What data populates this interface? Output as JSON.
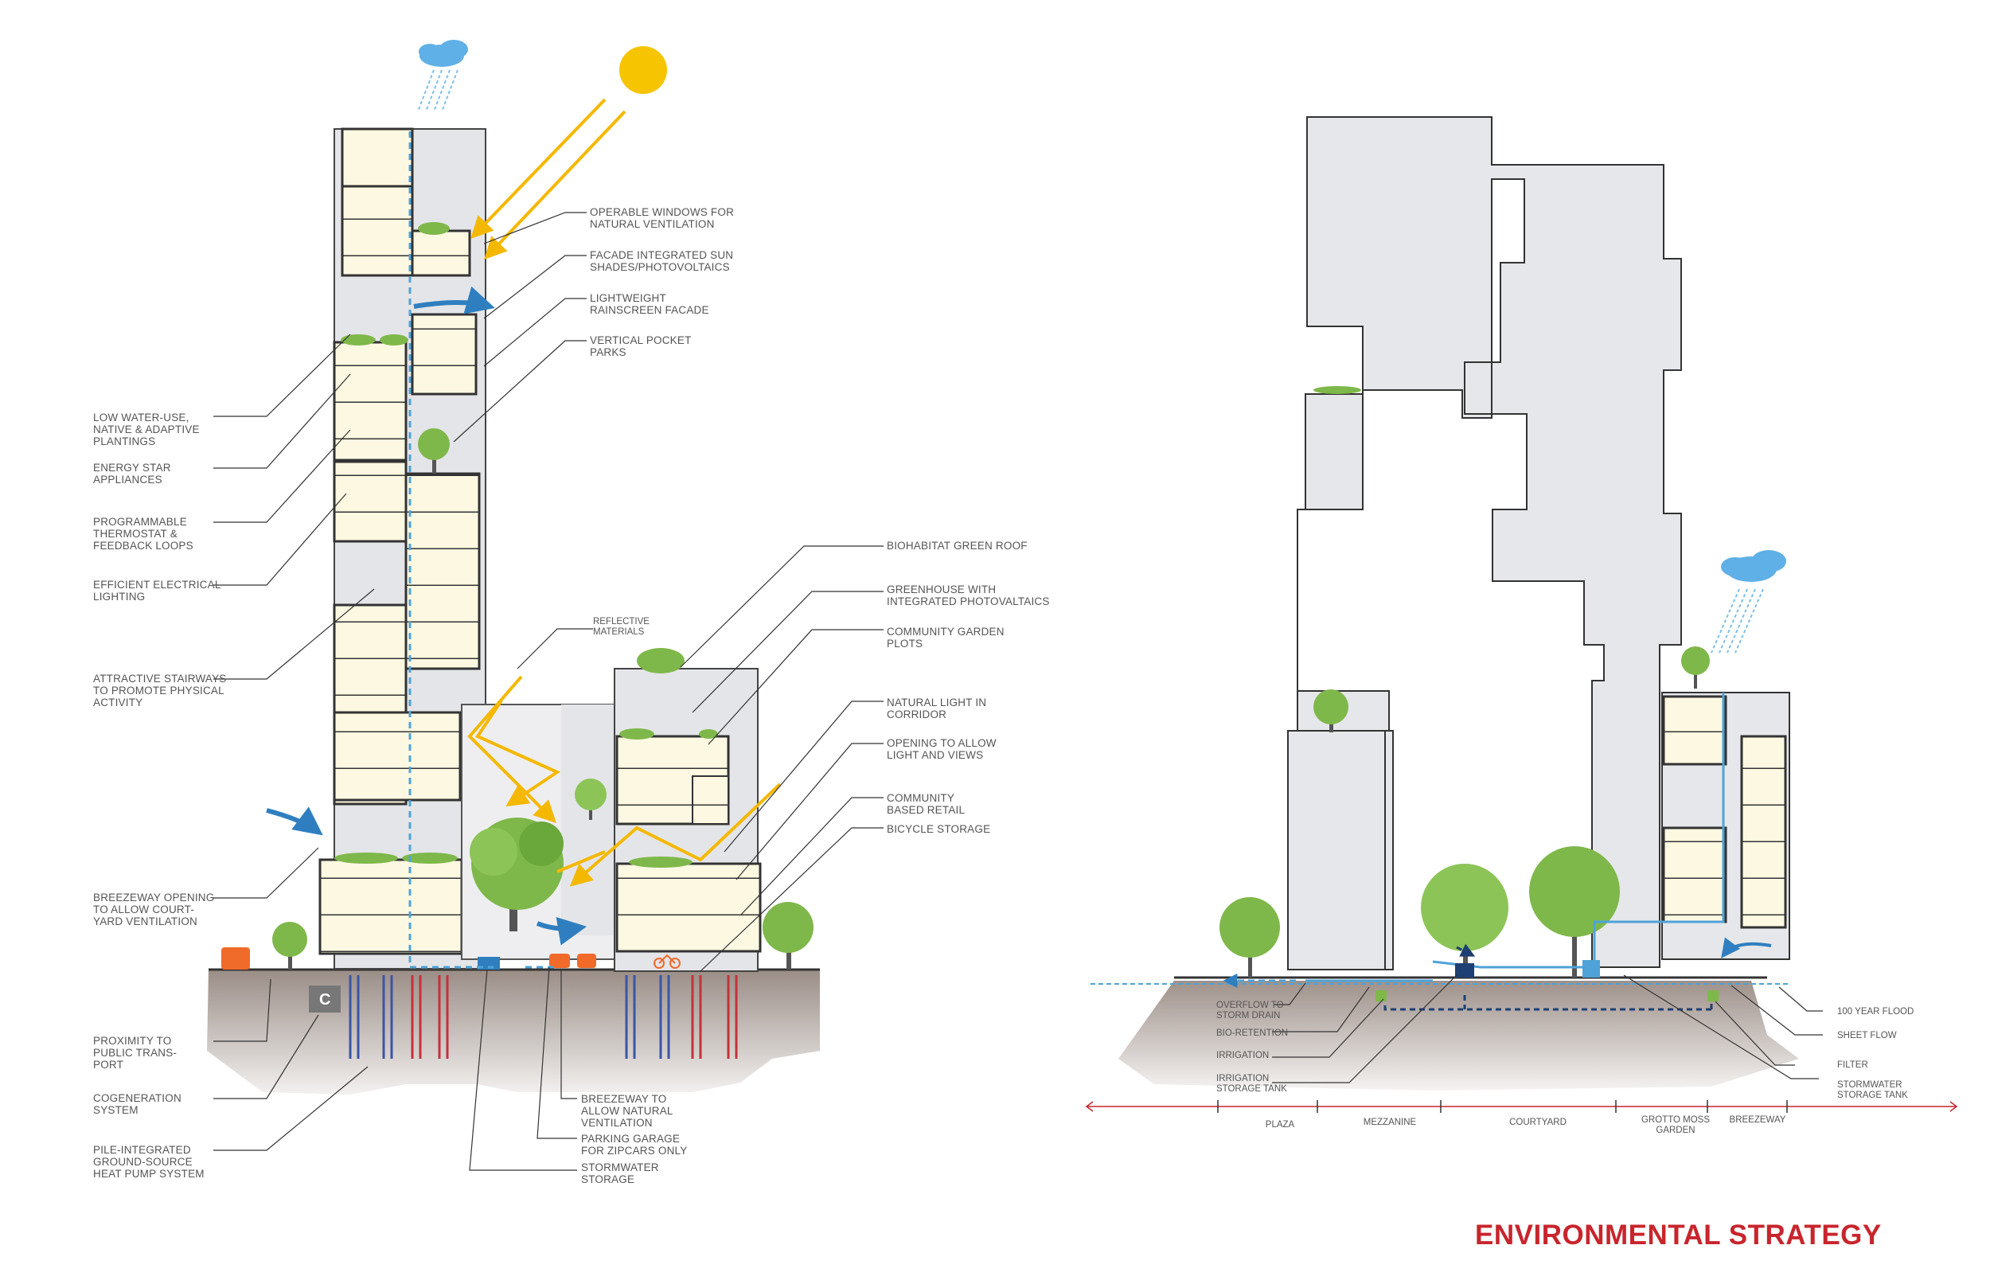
{
  "title": "ENVIRONMENTAL STRATEGY",
  "colors": {
    "accent_title": "#c8252c",
    "sun": "#f6c400",
    "sun_rays": "#f5b800",
    "water": "#4fa3d8",
    "cloud": "#5fb0e6",
    "building_fill": "#e6e7ea",
    "window_fill": "#fdf8e2",
    "ground": "#a99c94",
    "tree": "#7fb84a",
    "pipe_blue": "#3a55a6",
    "pipe_red": "#c2323b",
    "orange": "#f06a2a"
  },
  "icons": [
    "sun-icon",
    "rain-cloud-icon",
    "cogeneration-c-icon",
    "bicycle-icon",
    "car-icon",
    "water-tank-icon",
    "filter-f-icon"
  ],
  "left_labels": [
    "LOW WATER-USE,\nNATIVE & ADAPTIVE\nPLANTINGS",
    "ENERGY STAR\nAPPLIANCES",
    "PROGRAMMABLE\nTHERMOSTAT &\nFEEDBACK LOOPS",
    "EFFICIENT ELECTRICAL\nLIGHTING",
    "ATTRACTIVE STAIRWAYS\nTO PROMOTE PHYSICAL\nACTIVITY",
    "BREEZEWAY OPENING\nTO ALLOW COURT-\nYARD VENTILATION",
    "PROXIMITY TO\nPUBLIC TRANS-\nPORT",
    "COGENERATION\nSYSTEM",
    "PILE-INTEGRATED\nGROUND-SOURCE\nHEAT PUMP SYSTEM"
  ],
  "top_labels": [
    "OPERABLE WINDOWS FOR\nNATURAL VENTILATION",
    "FACADE INTEGRATED SUN\nSHADES/PHOTOVOLTAICS",
    "LIGHTWEIGHT\nRAINSCREEN FACADE",
    "VERTICAL POCKET\nPARKS"
  ],
  "right_labels": [
    "BIOHABITAT GREEN ROOF",
    "GREENHOUSE WITH\nINTEGRATED PHOTOVALTAICS",
    "COMMUNITY GARDEN\nPLOTS",
    "NATURAL LIGHT IN\nCORRIDOR",
    "OPENING TO ALLOW\nLIGHT AND VIEWS",
    "COMMUNITY\nBASED RETAIL",
    "BICYCLE STORAGE"
  ],
  "reflective_label": "REFLECTIVE\nMATERIALS",
  "bottom_labels": [
    "BREEZEWAY TO\nALLOW NATURAL\nVENTILATION",
    "PARKING GARAGE\nFOR ZIPCARS ONLY",
    "STORMWATER\nSTORAGE"
  ],
  "section_left_labels": [
    "OVERFLOW TO\nSTORM DRAIN",
    "BIO-RETENTION",
    "IRRIGATION",
    "IRRIGATION\nSTORAGE TANK"
  ],
  "section_right_labels": [
    "100 YEAR FLOOD",
    "SHEET FLOW",
    "FILTER",
    "STORMWATER\nSTORAGE TANK"
  ],
  "zones": [
    "PLAZA",
    "MEZZANINE",
    "COURTYARD",
    "GROTTO MOSS\nGARDEN",
    "BREEZEWAY"
  ]
}
